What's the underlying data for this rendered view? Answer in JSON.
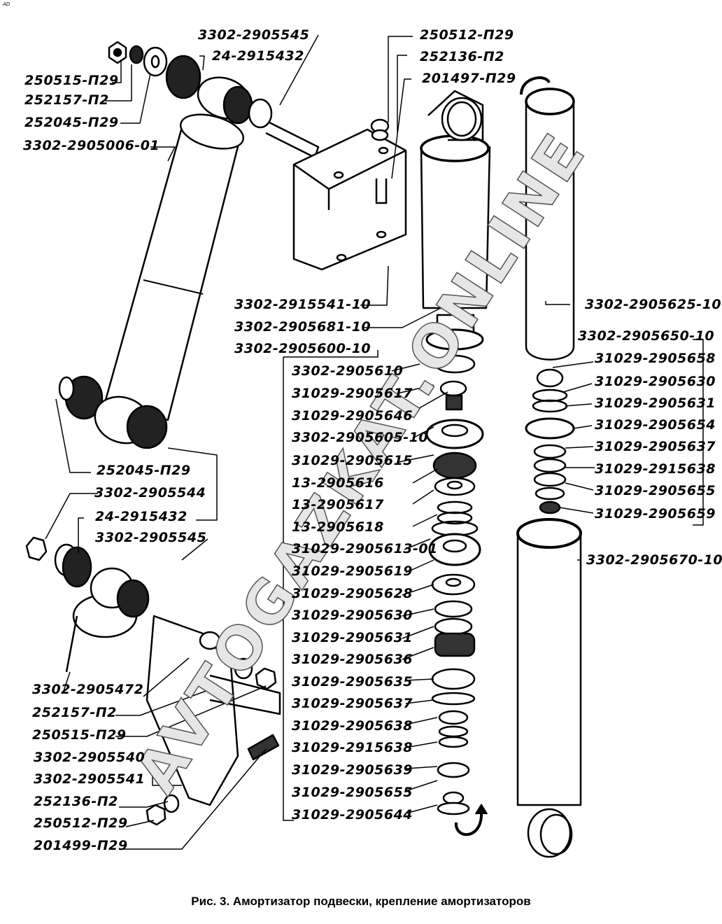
{
  "corner_mark": "AD",
  "watermark": "AVTOGAZKAT.ONLINE",
  "caption": "Рис. 3. Амортизатор подвески, крепление амортизаторов",
  "labels": {
    "top_left": [
      "250515-П29",
      "252157-П2",
      "252045-П29",
      "3302-2905006-01"
    ],
    "top_center": [
      "3302-2905545",
      "24-2915432"
    ],
    "top_right": [
      "250512-П29",
      "252136-П2",
      "201497-П29"
    ],
    "middle_left": [
      "252045-П29",
      "3302-2905544",
      "24-2915432",
      "3302-2905545"
    ],
    "bottom_left": [
      "3302-2905472",
      "252157-П2",
      "250515-П29",
      "3302-2905540",
      "3302-2905541",
      "252136-П2",
      "250512-П29",
      "201499-П29"
    ],
    "center_head": [
      "3302-2915541-10",
      "3302-2905681-10",
      "3302-2905600-10"
    ],
    "center_list": [
      "3302-2905610",
      "31029-2905617",
      "31029-2905646",
      "3302-2905605-10",
      "31029-2905615",
      "13-2905616",
      "13-2905617",
      "13-2905618",
      "31029-2905613-01",
      "31029-2905619",
      "31029-2905628",
      "31029-2905630",
      "31029-2905631",
      "31029-2905636",
      "31029-2905635",
      "31029-2905637",
      "31029-2905638",
      "31029-2915638",
      "31029-2905639",
      "31029-2905655",
      "31029-2905644"
    ],
    "right_head": [
      "3302-2905625-10",
      "3302-2905650-10"
    ],
    "right_list": [
      "31029-2905658",
      "31029-2905630",
      "31029-2905631",
      "31029-2905654",
      "31029-2905637",
      "31029-2915638",
      "31029-2905655",
      "31029-2905659"
    ],
    "right_bottom": [
      "3302-2905670-10"
    ]
  }
}
